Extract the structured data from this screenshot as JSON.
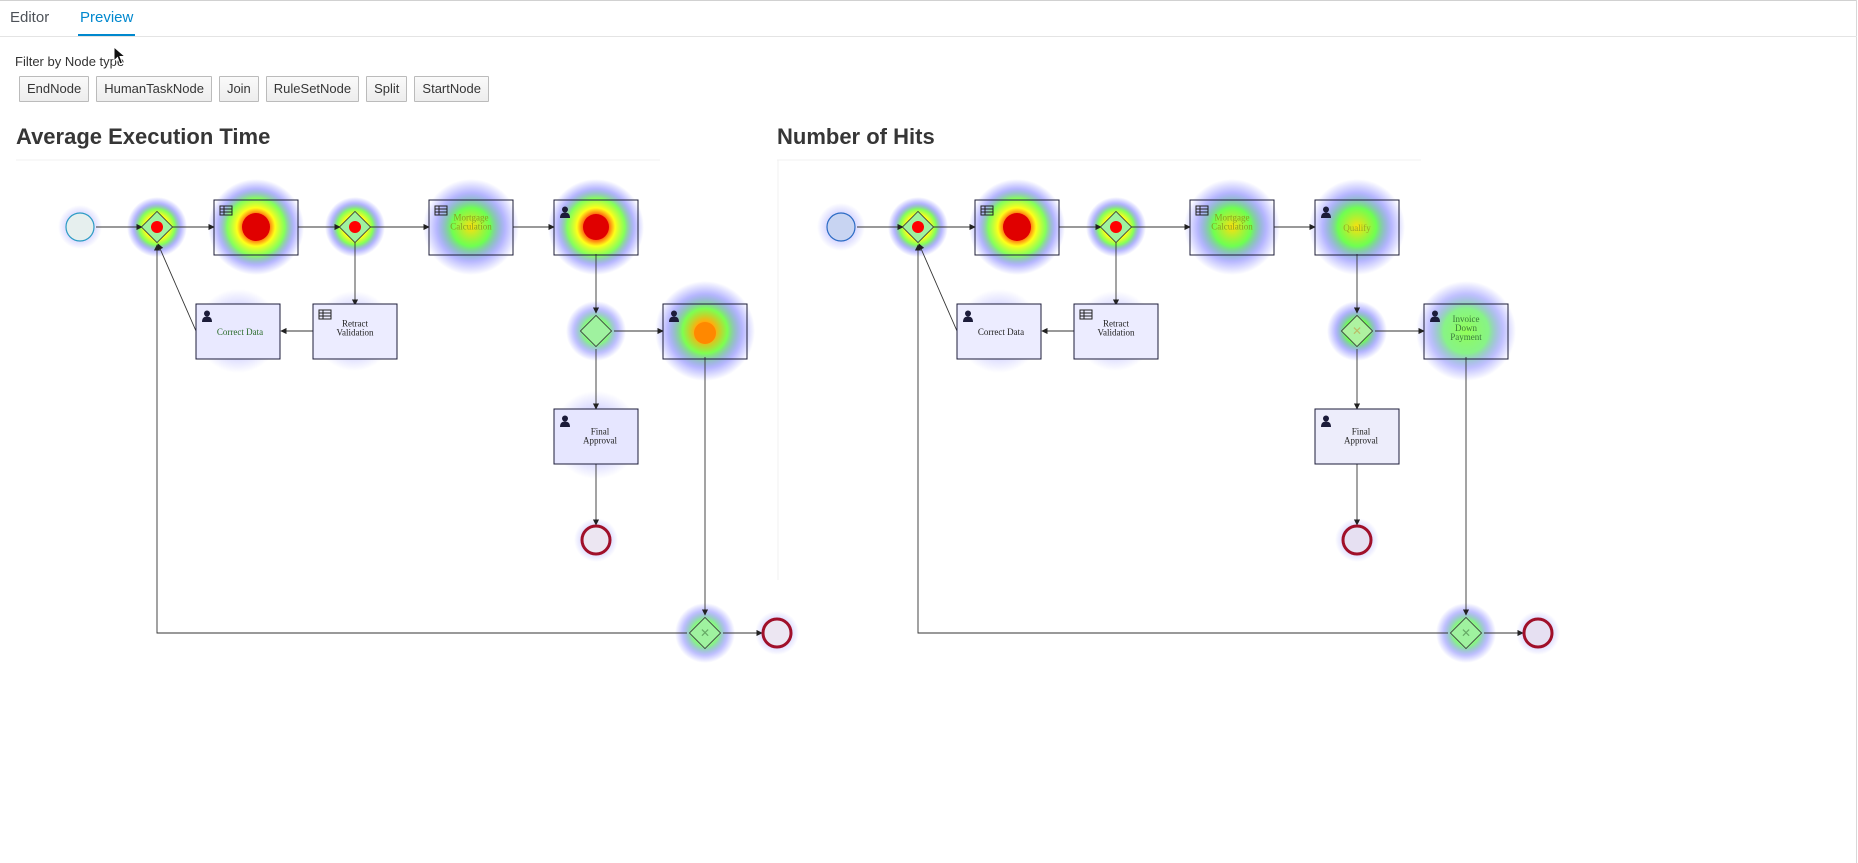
{
  "tabs": [
    {
      "label": "Editor",
      "active": false
    },
    {
      "label": "Preview",
      "active": true
    }
  ],
  "filter": {
    "label": "Filter by Node type",
    "buttons": [
      "EndNode",
      "HumanTaskNode",
      "Join",
      "RuleSetNode",
      "Split",
      "StartNode"
    ]
  },
  "panels": [
    {
      "title": "Average Execution Time",
      "node_labels": {
        "mortgage_calculation": "Mortgage Calculation",
        "correct_data": "Correct Data",
        "retract_validation": "Retract Validation",
        "final_approval": "Final Approval"
      }
    },
    {
      "title": "Number of Hits",
      "node_labels": {
        "mortgage_calculation": "Mortgage Calculation",
        "qualify": "Qualify",
        "correct_data": "Correct Data",
        "retract_validation": "Retract Validation",
        "invoice_down_payment": "Invoice Down Payment",
        "final_approval": "Final Approval"
      }
    }
  ],
  "colors": {
    "accent": "#0088ce",
    "end_event": "#a0102a",
    "start_event": "#2b9bc4",
    "task_fill": "#e9e9ff",
    "gateway_fill": "#9ff29f"
  }
}
